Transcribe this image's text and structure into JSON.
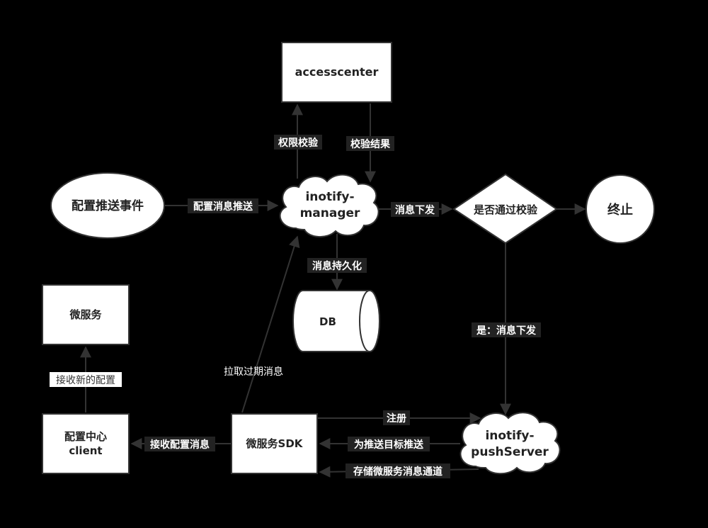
{
  "nodes": {
    "accesscenter": "accesscenter",
    "config_event": "配置推送事件",
    "inotify_manager_line1": "inotify-",
    "inotify_manager_line2": "manager",
    "validate": "是否通过校验",
    "terminate": "终止",
    "db": "DB",
    "microservice": "微服务",
    "config_client_line1": "配置中心",
    "config_client_line2": "client",
    "microservice_sdk": "微服务SDK",
    "push_server_line1": "inotify-",
    "push_server_line2": "pushServer"
  },
  "edges": {
    "permission_check": "权限校验",
    "check_result": "校验结果",
    "config_msg_push": "配置消息推送",
    "msg_dispatch": "消息下发",
    "msg_persist": "消息持久化",
    "yes_dispatch": "是：消息下发",
    "pull_expired": "拉取过期消息",
    "receive_new_config": "接收新的配置",
    "receive_config_msg": "接收配置消息",
    "register": "注册",
    "push_to_target": "为推送目标推送",
    "store_channel": "存储微服务消息通道"
  },
  "colors": {
    "background": "#000000",
    "node_fill": "#ffffff",
    "node_stroke": "#333333",
    "edge": "#333333",
    "label_bg": "#222222",
    "label_text": "#ffffff"
  }
}
